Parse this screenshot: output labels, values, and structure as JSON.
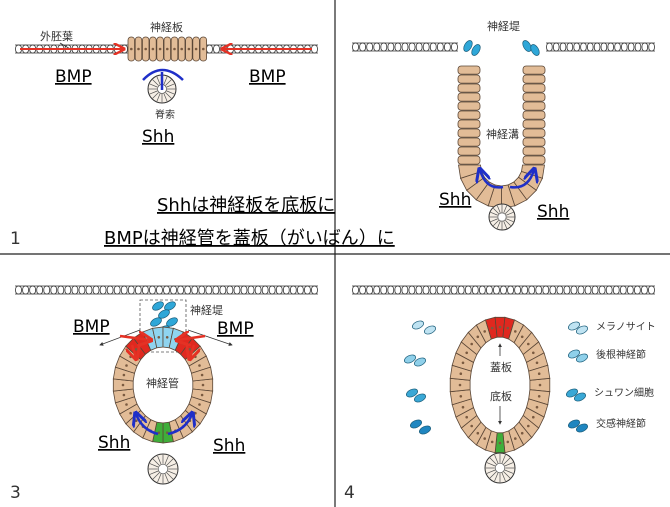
{
  "panels": {
    "p1": {
      "number": "1",
      "ectoderm": "外胚葉",
      "neural_plate": "神経板",
      "notochord": "脊索",
      "bmp_left": "BMP",
      "bmp_right": "BMP",
      "shh": "Shh"
    },
    "p2": {
      "neural_fold": "神経堤",
      "neural_groove": "神経溝",
      "shh_left": "Shh",
      "shh_right": "Shh"
    },
    "p3": {
      "number": "3",
      "neural_crest": "神経堤",
      "neural_tube": "神経管",
      "bmp_left": "BMP",
      "bmp_right": "BMP",
      "shh_left": "Shh",
      "shh_right": "Shh"
    },
    "p4": {
      "number": "4",
      "roof_plate": "蓋板",
      "floor_plate": "底板",
      "legend": [
        {
          "label": "メラノサイト"
        },
        {
          "label": "後根神経節"
        },
        {
          "label": "シュワン細胞"
        },
        {
          "label": "交感神経節"
        }
      ]
    }
  },
  "caption": {
    "line1": "Shhは神経板を底板に",
    "line2": "BMPは神経管を蓋板（がいばん）に"
  },
  "colors": {
    "cell_fill": "#e2bc97",
    "cell_stroke": "#5a4636",
    "crest_blue": "#2fa7d8",
    "arrow_red": "#e53124",
    "arrow_blue": "#1f2fc8",
    "roof_red": "#e0281f",
    "floor_green": "#3fae3a"
  }
}
